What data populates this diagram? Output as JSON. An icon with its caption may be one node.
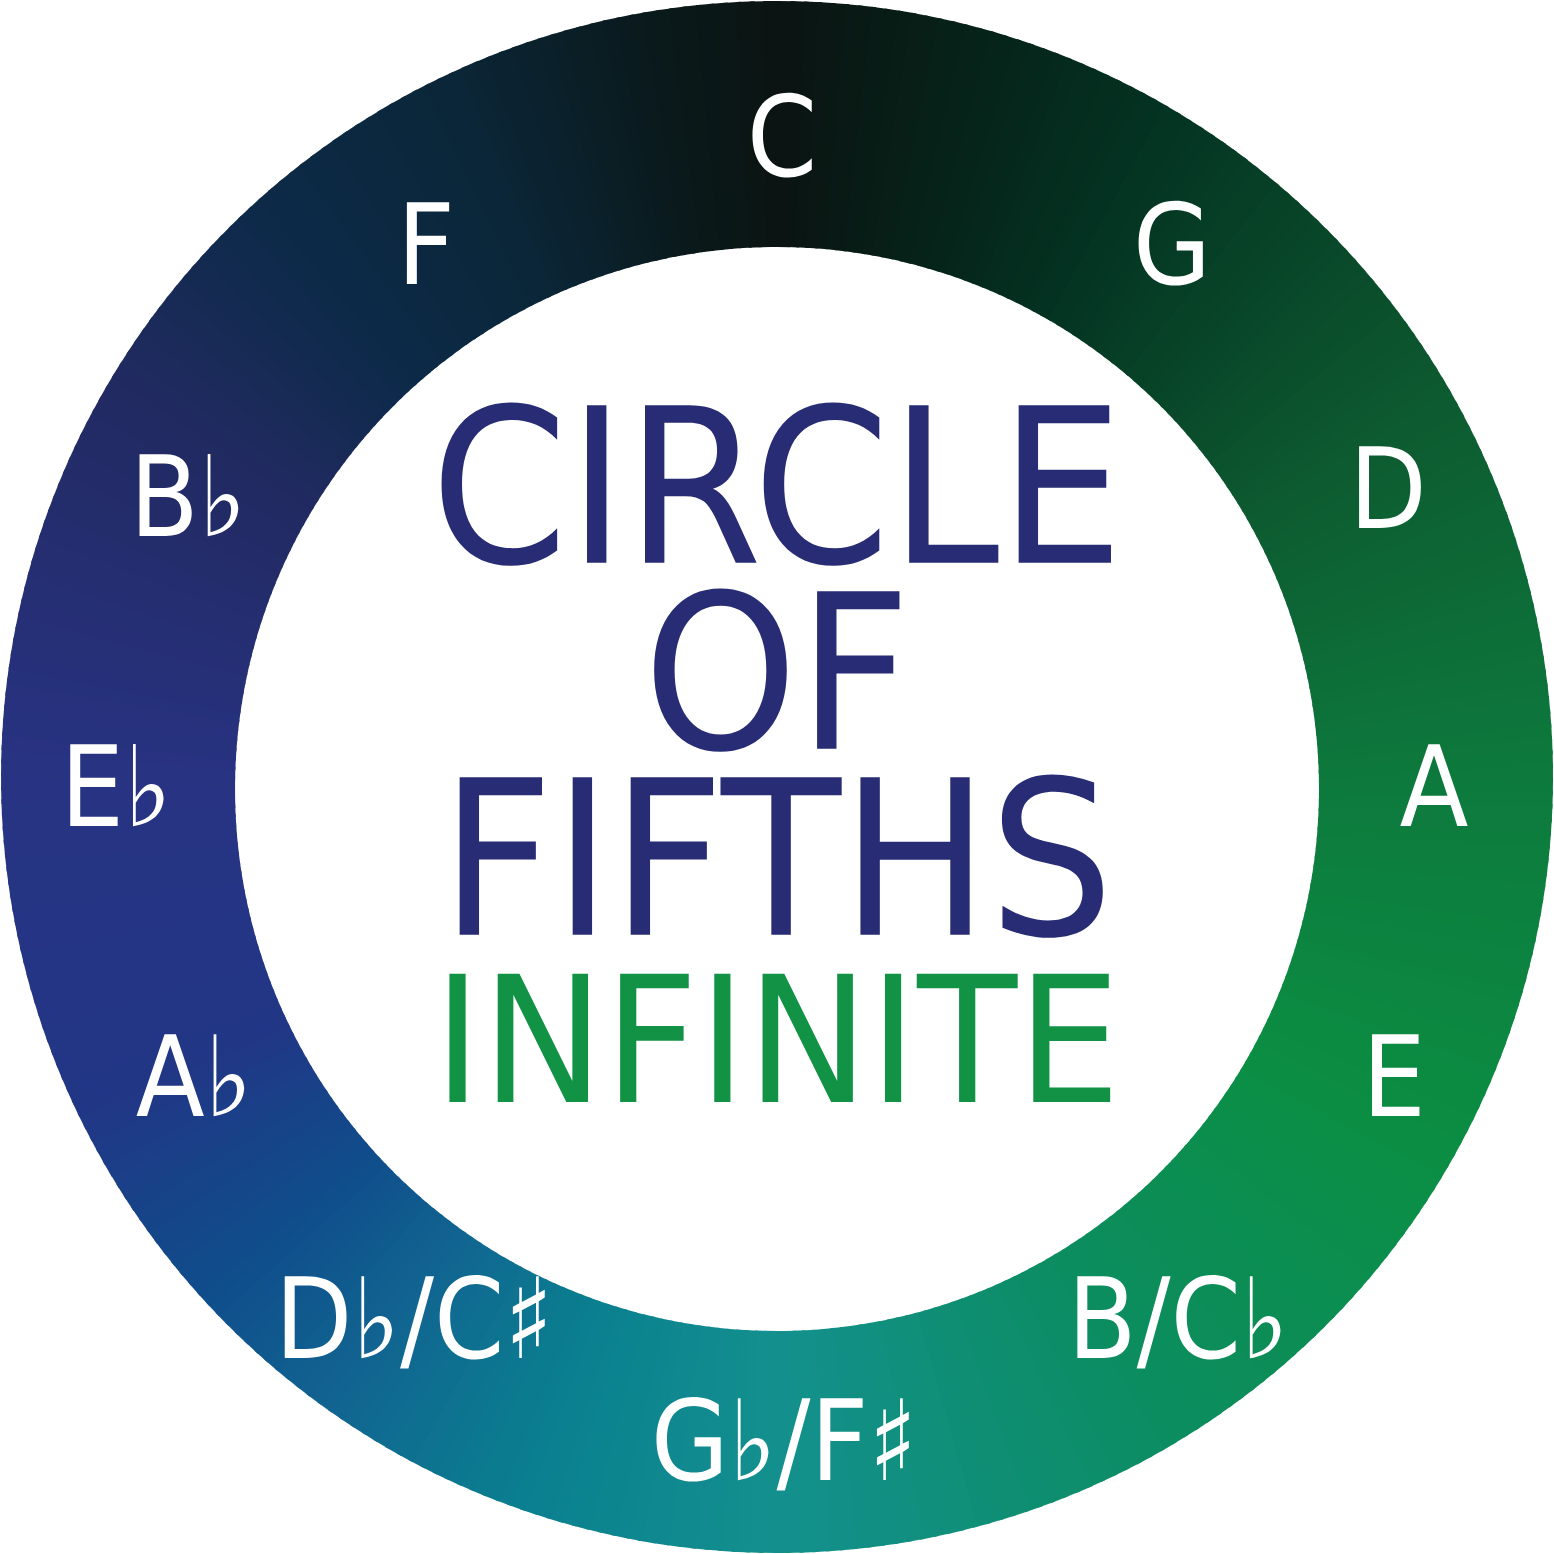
{
  "diagram": {
    "title": "CIRCLE OF FIFTHS",
    "nodes": [
      {
        "text": [
          "C",
          "G",
          "D",
          "A",
          "E",
          "B/C♭",
          "G♭/F♯",
          "D♭/C♯",
          "A♭",
          "E♭",
          "B♭",
          "F"
        ]
      }
    ],
    "labels": [
      "INFINITE"
    ]
  }
}
